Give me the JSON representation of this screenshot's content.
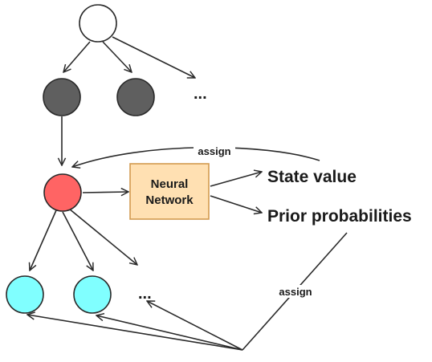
{
  "diagram": {
    "nn_label_line1": "Neural",
    "nn_label_line2": "Network",
    "output_state": "State value",
    "output_prior": "Prior probabilities",
    "assign_top": "assign",
    "assign_bottom": "assign",
    "ellipsis_top": "...",
    "ellipsis_bottom": "..."
  },
  "colors": {
    "root_node": "#ffffff",
    "visited_node": "#5f5f5f",
    "current_node": "#ff6464",
    "child_node": "#80ffff",
    "nn_box_fill": "#ffe0b2",
    "nn_box_stroke": "#d29a4f",
    "edge": "#2a2a2a"
  }
}
